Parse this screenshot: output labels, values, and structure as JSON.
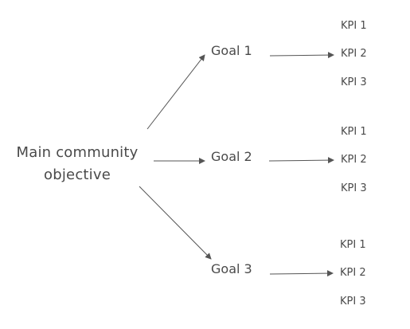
{
  "objective": {
    "line1": "Main community",
    "line2": "objective"
  },
  "goals": [
    {
      "label": "Goal 1",
      "kpis": [
        "KPI 1",
        "KPI 2",
        "KPI 3"
      ]
    },
    {
      "label": "Goal 2",
      "kpis": [
        "KPI 1",
        "KPI 2",
        "KPI 3"
      ]
    },
    {
      "label": "Goal 3",
      "kpis": [
        "KPI 1",
        "KPI 2",
        "KPI 3"
      ]
    }
  ],
  "colors": {
    "text": "#4a4a4a",
    "arrow": "#555555",
    "background": "#ffffff"
  }
}
